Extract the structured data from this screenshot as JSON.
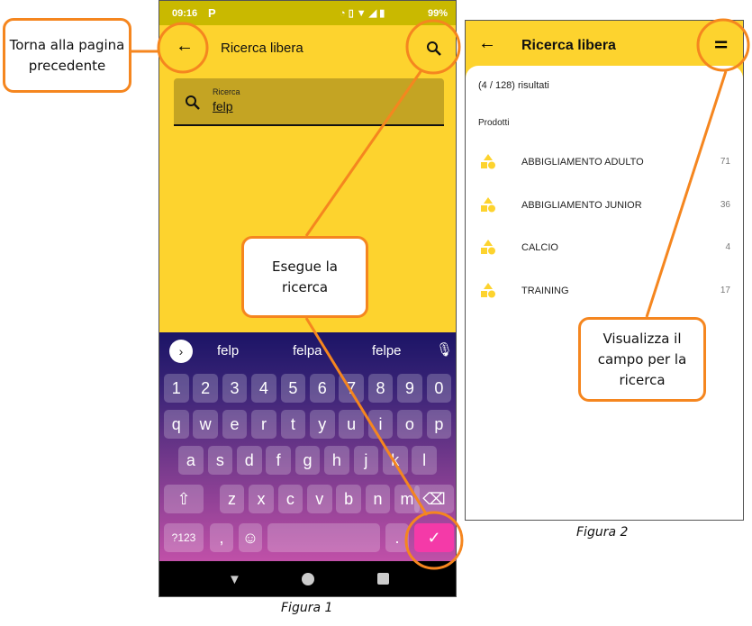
{
  "figure1": {
    "caption": "Figura 1",
    "status": {
      "time": "09:16",
      "battery": "99%"
    },
    "appbar": {
      "title": "Ricerca libera"
    },
    "search_field": {
      "label": "Ricerca",
      "value": "felp"
    },
    "keyboard": {
      "suggestions": [
        "felp",
        "felpa",
        "felpe"
      ],
      "rows": [
        [
          "1",
          "2",
          "3",
          "4",
          "5",
          "6",
          "7",
          "8",
          "9",
          "0"
        ],
        [
          "q",
          "w",
          "e",
          "r",
          "t",
          "y",
          "u",
          "i",
          "o",
          "p"
        ],
        [
          "a",
          "s",
          "d",
          "f",
          "g",
          "h",
          "j",
          "k",
          "l"
        ],
        [
          "z",
          "x",
          "c",
          "v",
          "b",
          "n",
          "m"
        ]
      ],
      "symbols_key": "?123",
      "comma_key": ",",
      "period_key": "."
    }
  },
  "figure2": {
    "caption": "Figura 2",
    "appbar": {
      "title": "Ricerca libera"
    },
    "results_count": "(4 / 128) risultati",
    "section": "Prodotti",
    "items": [
      {
        "label": "ABBIGLIAMENTO ADULTO",
        "count": "71"
      },
      {
        "label": "ABBIGLIAMENTO JUNIOR",
        "count": "36"
      },
      {
        "label": "CALCIO",
        "count": "4"
      },
      {
        "label": "TRAINING",
        "count": "17"
      }
    ]
  },
  "callouts": {
    "back": "Torna alla pagina precedente",
    "search": "Esegue la ricerca",
    "filter": "Visualizza il campo per la ricerca"
  },
  "colors": {
    "accent": "#f5861f",
    "yellow": "#fdd32e",
    "enter_key": "#f43aa8"
  }
}
